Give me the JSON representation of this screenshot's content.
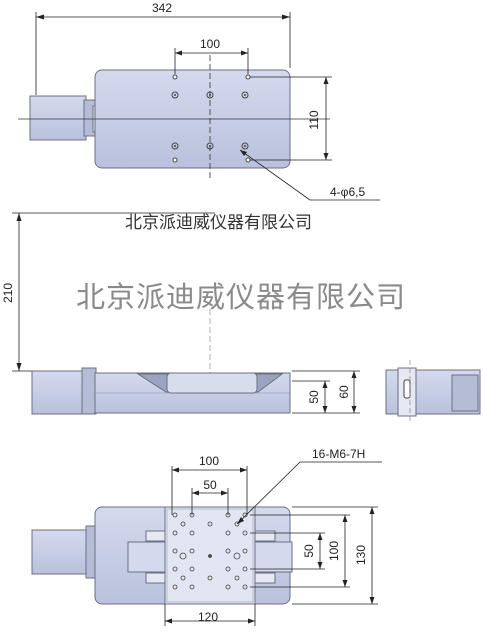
{
  "dimensions": {
    "top_width": "342",
    "top_hole_pitch": "100",
    "top_height": "110",
    "top_holes": "4-φ6,5",
    "side_height": "210",
    "side_small": "50",
    "side_large": "60",
    "bottom_outer_pitch": "100",
    "bottom_inner_pitch": "50",
    "bottom_thread": "16-M6-7H",
    "bottom_width": "120",
    "bottom_v_50": "50",
    "bottom_v_100": "100",
    "bottom_v_130": "130"
  },
  "watermarks": {
    "small": "北京派迪威仪器有限公司",
    "large": "北京派迪威仪器有限公司"
  },
  "colors": {
    "body": "#c9d0e6",
    "body_stroke": "#6b7080",
    "line": "#222222"
  }
}
